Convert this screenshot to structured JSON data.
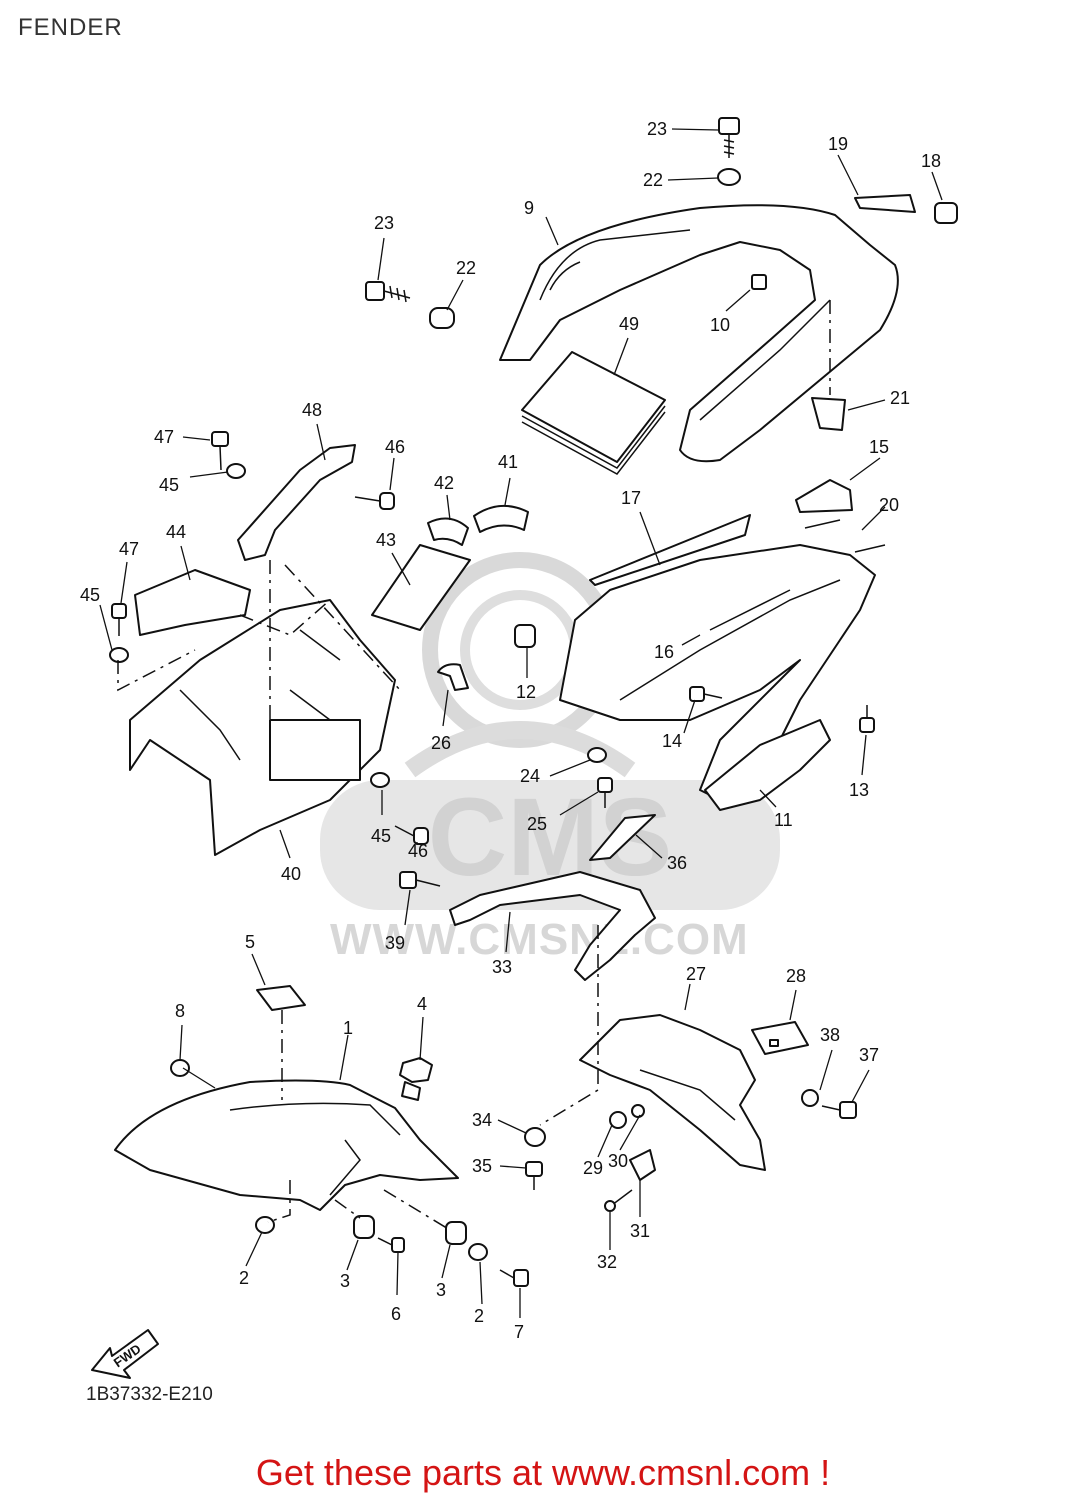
{
  "title": "FENDER",
  "diagram_code": "1B37332-E210",
  "watermark": {
    "logo_text": "CMS",
    "url_text": "WWW.CMSNL.COM"
  },
  "fwd_label": "FWD",
  "promo": "Get these parts at www.cmsnl.com !",
  "callouts": [
    "23",
    "22",
    "9",
    "19",
    "18",
    "23",
    "22",
    "10",
    "49",
    "21",
    "48",
    "47",
    "46",
    "45",
    "42",
    "41",
    "43",
    "44",
    "47",
    "45",
    "17",
    "15",
    "20",
    "16",
    "12",
    "26",
    "14",
    "13",
    "24",
    "25",
    "11",
    "45",
    "46",
    "40",
    "36",
    "39",
    "33",
    "5",
    "27",
    "28",
    "4",
    "8",
    "1",
    "38",
    "37",
    "34",
    "29",
    "30",
    "35",
    "31",
    "32",
    "2",
    "3",
    "6",
    "3",
    "2",
    "7"
  ],
  "colors": {
    "line": "#111111",
    "watermark": "#d7d7d7",
    "promo": "#d41414"
  }
}
